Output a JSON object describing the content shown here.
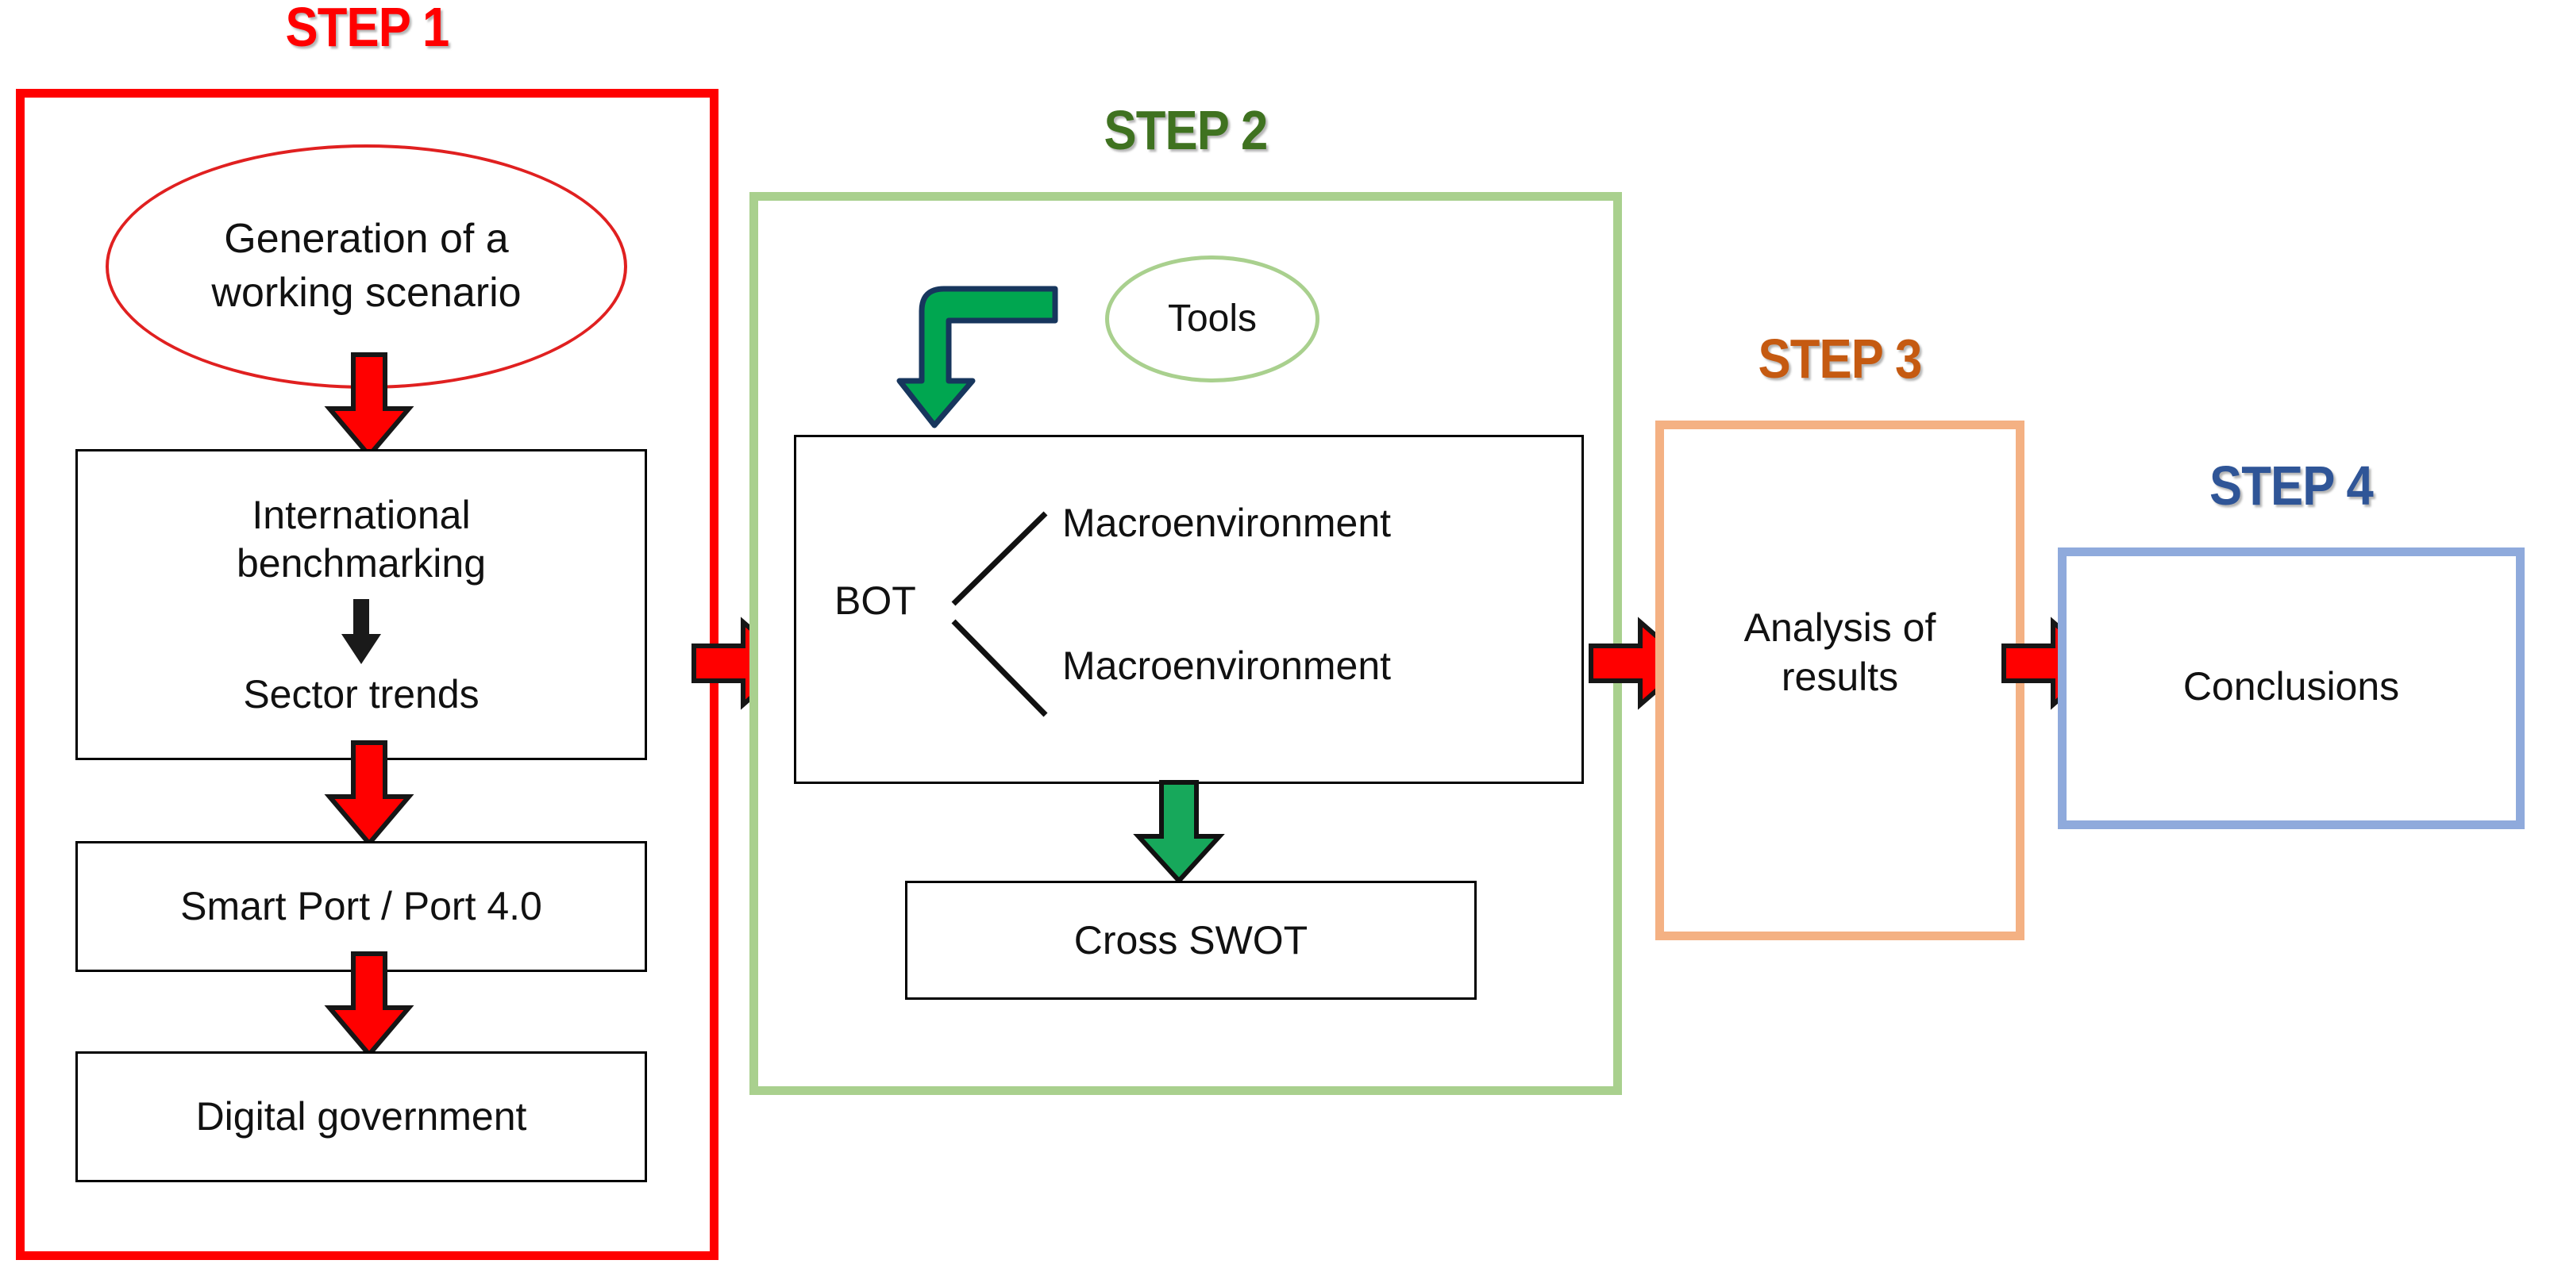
{
  "diagram": {
    "title_hidden": "Four step research methodology flow",
    "background": "#ffffff"
  },
  "colors": {
    "step1": "#FF0000",
    "step2_frame": "#A9D08E",
    "step2_title": "#3F7220",
    "step3": "#F4B183",
    "step3_title": "#C55A11",
    "step4": "#8FAADC",
    "step4_title": "#2F5597",
    "arrow_red_fill": "#FF0000",
    "arrow_red_stroke": "#111111",
    "arrow_black": "#1A1A1A",
    "arrow_green_fill": "#00A650",
    "arrow_green_stroke": "#17365D",
    "box_border": "#000000",
    "text": "#111111"
  },
  "steps": [
    {
      "id": "step1",
      "label": "STEP 1",
      "ellipse": {
        "label": "Generation of a\nworking scenario"
      },
      "boxes": [
        {
          "name": "international-benchmarking",
          "line1": "International",
          "line2": "benchmarking",
          "line3": "Sector trends"
        },
        {
          "name": "smart-port",
          "label": "Smart Port / Port 4.0"
        },
        {
          "name": "digital-government",
          "label": "Digital government"
        }
      ]
    },
    {
      "id": "step2",
      "label": "STEP 2",
      "ellipse": {
        "label": "Tools"
      },
      "bot": {
        "label": "BOT",
        "branches": [
          "Macroenvironment",
          "Macroenvironment"
        ]
      },
      "boxes": [
        {
          "name": "cross-swot",
          "label": "Cross SWOT"
        }
      ]
    },
    {
      "id": "step3",
      "label": "STEP 3",
      "boxes": [
        {
          "name": "analysis-of-results",
          "line1": "Analysis of",
          "line2": "results"
        }
      ]
    },
    {
      "id": "step4",
      "label": "STEP 4",
      "boxes": [
        {
          "name": "conclusions",
          "label": "Conclusions"
        }
      ]
    }
  ],
  "connectors": [
    {
      "name": "arrow-ellipse-to-benchmarking",
      "style": "red-down"
    },
    {
      "name": "arrow-benchmarking-to-sector-trends",
      "style": "black-down"
    },
    {
      "name": "arrow-benchmarking-to-smart-port",
      "style": "red-down"
    },
    {
      "name": "arrow-smart-port-to-digital-government",
      "style": "red-down"
    },
    {
      "name": "arrow-step1-to-step2",
      "style": "red-right"
    },
    {
      "name": "arrow-tools-elbow",
      "style": "green-elbow-down"
    },
    {
      "name": "arrow-bot-to-cross-swot",
      "style": "green-down"
    },
    {
      "name": "arrow-step2-to-step3",
      "style": "red-right"
    },
    {
      "name": "arrow-step3-to-step4",
      "style": "red-right"
    }
  ]
}
